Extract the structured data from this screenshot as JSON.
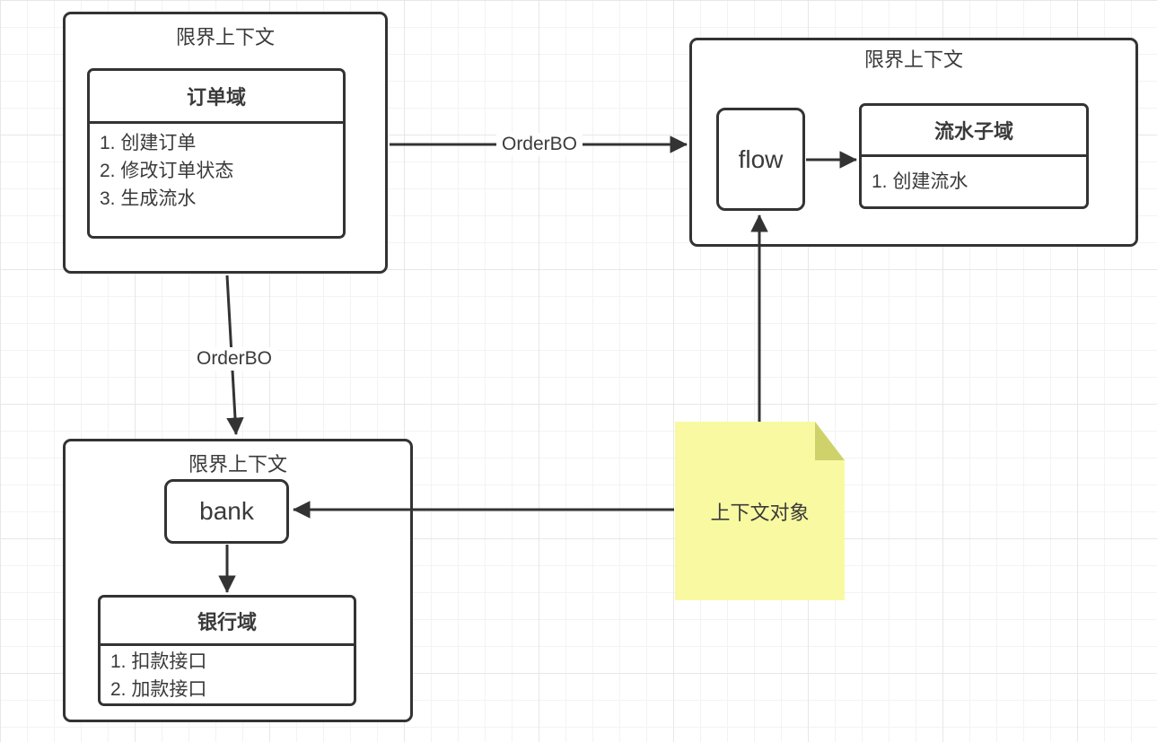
{
  "colors": {
    "stroke": "#333333",
    "text": "#3a3a3a",
    "canvas_bg": "#ffffff",
    "grid_minor": "#f3f3f3",
    "grid_major": "#e7e7e7",
    "note_fill": "#f9f9a2",
    "note_fold": "#cfd26b"
  },
  "contexts": {
    "order": {
      "title": "限界上下文",
      "domain": {
        "name": "订单域",
        "items": [
          "1. 创建订单",
          "2. 修改订单状态",
          "3. 生成流水"
        ]
      }
    },
    "flow": {
      "title": "限界上下文",
      "object_label": "flow",
      "domain": {
        "name": "流水子域",
        "items": [
          "1. 创建流水"
        ]
      }
    },
    "bank": {
      "title": "限界上下文",
      "object_label": "bank",
      "domain": {
        "name": "银行域",
        "items": [
          "1. 扣款接口",
          "2. 加款接口"
        ]
      }
    }
  },
  "edges": {
    "order_to_flow_label": "OrderBO",
    "order_to_bank_label": "OrderBO"
  },
  "note": {
    "text": "上下文对象"
  }
}
